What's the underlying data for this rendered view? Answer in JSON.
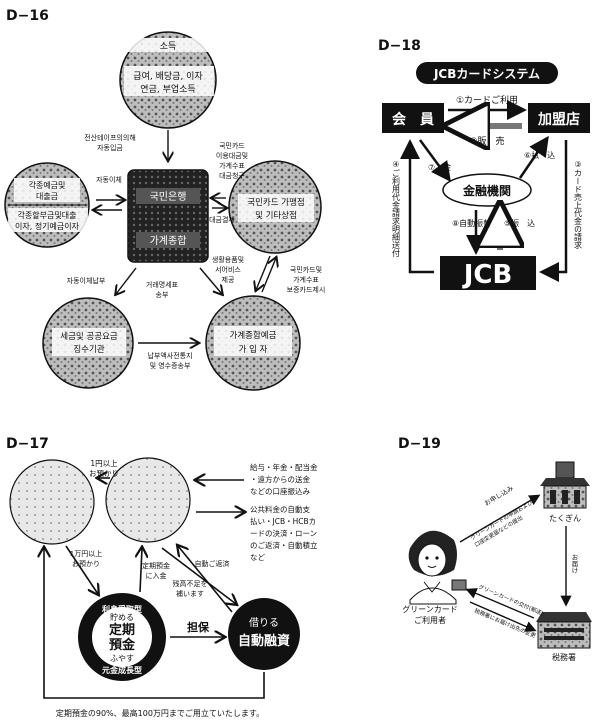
{
  "d16": {
    "label": "D−16",
    "top_circle": [
      "소득",
      "급여, 배당금, 이자",
      "연금, 부업소득"
    ],
    "left_circle": [
      "각종예금및",
      "대출금",
      "각종할부금및대출",
      "이자, 정기예금이자"
    ],
    "center_box": [
      "국민은행",
      "가계종합"
    ],
    "right_circle": [
      "국민카드 가맹점",
      "및 기타상점"
    ],
    "bottom_left_circle": [
      "세금및 공공요금",
      "징수기관"
    ],
    "bottom_right_circle": [
      "가계종합예금",
      "가 입 자"
    ],
    "notes": {
      "tape": [
        "전산테이프의의해",
        "자동입금"
      ],
      "auto_transfer": "자동이체",
      "card": [
        "국민카드",
        "이용대금및",
        "가계수표",
        "대금청구"
      ],
      "settle": "대금결제",
      "auto_pay": "자동이체납부",
      "tax_notice": [
        "거래명세표",
        "송부"
      ],
      "goods": [
        "생활용품및",
        "서어비스",
        "제공"
      ],
      "check_pay": [
        "국민카드및",
        "가계수표",
        "보증카드제시"
      ],
      "receipt": [
        "납부액사전통지",
        "및 영수증송부"
      ]
    }
  },
  "d18": {
    "label": "D−18",
    "title": "JCBカードシステム",
    "member": "会　員",
    "store": "加盟店",
    "bank": "金融機関",
    "jcb": "JCB",
    "steps": {
      "use": "①カードご利用",
      "sale": "②販　売",
      "s3": "③カード売上代金の請求",
      "s4": "④ご利用代金請求明細送付",
      "s5": "⑤振　込",
      "s6": "⑥払　込",
      "s7": "⑦入金",
      "s8": "⑧自動振替"
    }
  },
  "d17": {
    "label": "D−17",
    "notes": {
      "note1": [
        "1円以上",
        "お預かり"
      ],
      "list1": [
        "給与・年金・配当金",
        "・遠方からの送金",
        "などの口座振込み"
      ],
      "list2": [
        "公共料金の自動支",
        "払い・JCB・HCBカ",
        "ードの決済・ローン",
        "のご返済・自動積立",
        "など"
      ],
      "a1": [
        "1万円以上",
        "お預かり"
      ],
      "a2": [
        "定期預金",
        "に入金"
      ],
      "a3": [
        "自動ご返済"
      ],
      "a4": [
        "残高不足を",
        "補います"
      ],
      "guarantee": "担保",
      "footer": "定期預金の90%、最高100万円までご用立ていたします。"
    },
    "deposit": {
      "ring_top": "利息受取型",
      "line1": "貯める",
      "line2": "定期",
      "line3": "預金",
      "line4": "ふやす",
      "ring_bottom": "元金成長型"
    },
    "loan": {
      "line1": "借りる",
      "line2": "自動融資"
    }
  },
  "d19": {
    "label": "D−19",
    "bank": "たくぎん",
    "tax": "税務署",
    "user": [
      "グリーンカード",
      "ご利用者"
    ],
    "notes": {
      "n1": "お申し込み",
      "n2": [
        "グリーンカードの申請および",
        "口座変更届などの提出"
      ],
      "n3": "お届け",
      "n4": "グリーンカードの交付(郵送)",
      "n5": "税務署にお届け出先の変更"
    }
  }
}
